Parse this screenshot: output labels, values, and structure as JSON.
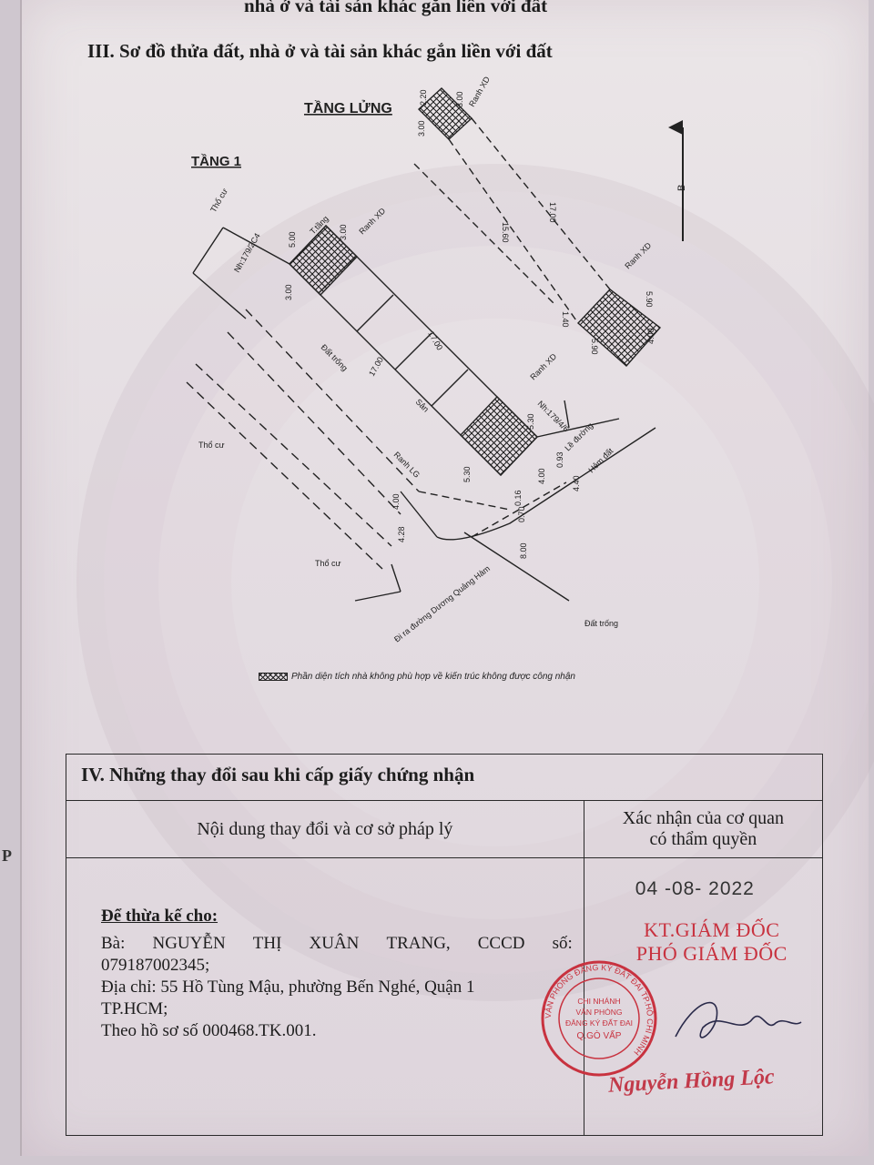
{
  "document": {
    "top_partial_text": "nhà ở và tài sản khác gắn liền với đất",
    "section3_title": "III. Sơ đồ thửa đất, nhà ở và tài sản khác gắn liền với đất",
    "side_letter": "P"
  },
  "plan": {
    "floor_mezzanine": "TẦNG LỬNG",
    "floor_one": "TẦNG 1",
    "north": "B",
    "labels": {
      "tho_cu_1": "Thổ cư",
      "tho_cu_2": "Thổ cư",
      "tho_cu_3": "Thổ cư",
      "dat_trong_1": "Đất trống",
      "dat_trong_2": "Đất trống",
      "san": "Sân",
      "t_tang": "T.tầng",
      "ranh_xd_1": "Ranh XD",
      "ranh_xd_2": "Ranh XD",
      "ranh_xd_3": "Ranh XD",
      "ranh_xd_4": "Ranh XD",
      "ranh_lg": "Ranh LG",
      "lo_duong": "Lề đường",
      "hem_dat": "Hẻm đất",
      "parcel_1": "Nh:179/2C4",
      "parcel_2": "Nh:179/4/6",
      "road": "Đi ra đường Dương Quảng Hàm"
    },
    "dims": {
      "d500": "5.00",
      "d300a": "3.00",
      "d300b": "3.00",
      "d1700a": "17.00",
      "d1700b": "17.00",
      "d530a": "5.30",
      "d530b": "5.30",
      "d400a": "4.00",
      "d400b": "4.00",
      "d093": "0.93",
      "d440": "4.40",
      "d070": "0.70",
      "d800": "8.00",
      "d428": "4.28",
      "d016": "0.16",
      "d220": "2.20",
      "d300c": "3.00",
      "d300d": "3.00",
      "d1700c": "17.00",
      "d1560": "15.60",
      "d590a": "5.90",
      "d590b": "5.90",
      "d140": "1.40",
      "d400c": "4.00"
    }
  },
  "legend": "Phần diện tích nhà không phù hợp về kiến trúc không được công nhận",
  "section4": {
    "title": "IV. Những thay đổi sau khi cấp giấy chứng nhận",
    "col1": "Nội dung thay đổi và cơ sở pháp lý",
    "col2_line1": "Xác nhận của cơ quan",
    "col2_line2": "có thẩm quyền",
    "heir_title": "Để thừa kế cho:",
    "name_line": [
      "Bà:",
      "NGUYỄN",
      "THỊ",
      "XUÂN",
      "TRANG,",
      "CCCD",
      "số:"
    ],
    "id_number": "079187002345;",
    "address": "Địa chỉ: 55 Hồ Tùng Mậu, phường Bến Nghé, Quận 1",
    "city": "TP.HCM;",
    "file": "Theo hồ sơ số 000468.TK.001.",
    "date": "04 -08- 2022",
    "title1": "KT.GIÁM ĐỐC",
    "title2": "PHÓ GIÁM ĐỐC",
    "stamp_lines": [
      "CHI NHÁNH",
      "VĂN PHÒNG",
      "ĐĂNG KÝ ĐẤT ĐAI",
      "Q.GÒ VẤP"
    ],
    "stamp_ring": "VĂN PHÒNG ĐĂNG KÝ ĐẤT ĐAI TP.HỒ CHÍ MINH",
    "signer": "Nguyễn Hồng Lộc"
  },
  "colors": {
    "stamp_red": "#c8323f",
    "ink": "#1b1b1b"
  }
}
